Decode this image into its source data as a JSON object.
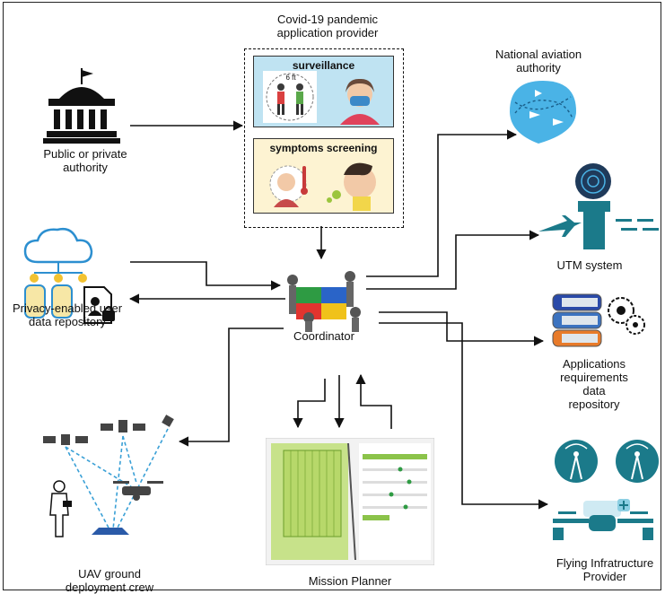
{
  "labels": {
    "covid_provider": "Covid-19 pandemic\napplication provider",
    "surveillance": "surveillance",
    "social_distance": "6 ft",
    "symptoms_screening": "symptoms screening",
    "public_authority": "Public or private\nauthority",
    "privacy_repo": "Privacy-enabled user\ndata repository",
    "coordinator": "Coordinator",
    "national_aviation": "National aviation\nauthority",
    "utm_system": "UTM system",
    "applications_repo": "Applications\nrequirements data\nrepository",
    "flying_infra": "Flying Infratructure\nProvider",
    "uav_crew": "UAV ground\ndeployment crew",
    "mission_planner": "Mission Planner"
  },
  "icons": {
    "authority": "government-building-icon",
    "cloud_repo": "cloud-database-icon",
    "lock_doc": "locked-document-icon",
    "aviation": "aviation-map-pin-icon",
    "utm": "air-traffic-control-tower-icon",
    "app_repo": "server-stack-icon",
    "flying_infra": "drone-cell-tower-icon",
    "uav_crew": "satellite-drone-operator-icon",
    "mission_planner": "mission-planner-tablet-icon",
    "coordinator": "puzzle-team-icon"
  },
  "colors": {
    "teal": "#1b7a8a",
    "sky": "#4ab3e6",
    "panel_blue": "#bfe3f2",
    "panel_yellow": "#fdf3d2",
    "map_green": "#c7e28a"
  }
}
